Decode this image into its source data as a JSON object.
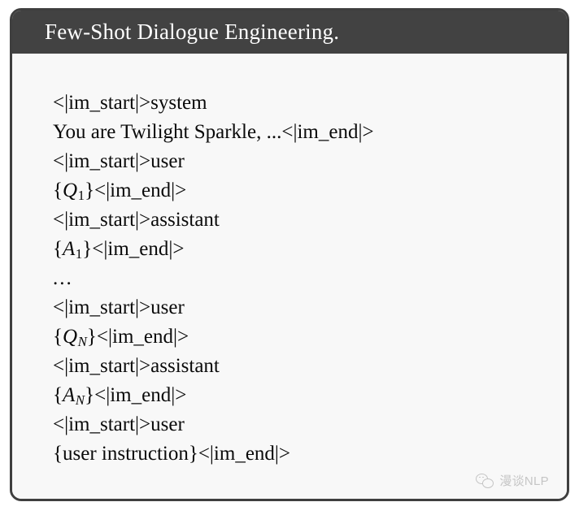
{
  "card": {
    "header": {
      "title": "Few-Shot Dialogue Engineering."
    },
    "colors": {
      "header_background": "#424242",
      "body_background": "#f8f8f8",
      "border": "#3f3f3f",
      "title_text": "#ffffff",
      "body_text": "#0a0a0a",
      "watermark_text": "#8f8f8f"
    },
    "prompt_lines": [
      {
        "id": "line-system-start",
        "text": "<|im_start|>system"
      },
      {
        "id": "line-system-content",
        "text": "You are Twilight Sparkle, ...<|im_end|>"
      },
      {
        "id": "line-user-start-1",
        "text": "<|im_start|>user"
      },
      {
        "id": "line-question-1",
        "prefix": "{",
        "var": "Q",
        "sub": "1",
        "sub_italic": false,
        "suffix": "}<|im_end|>"
      },
      {
        "id": "line-assistant-start-1",
        "text": "<|im_start|>assistant"
      },
      {
        "id": "line-answer-1",
        "prefix": "{",
        "var": "A",
        "sub": "1",
        "sub_italic": false,
        "suffix": "}<|im_end|>"
      },
      {
        "id": "line-ellipsis",
        "text": "..."
      },
      {
        "id": "line-user-start-n",
        "text": "<|im_start|>user"
      },
      {
        "id": "line-question-n",
        "prefix": "{",
        "var": "Q",
        "sub": "N",
        "sub_italic": true,
        "suffix": "}<|im_end|>"
      },
      {
        "id": "line-assistant-start-n",
        "text": "<|im_start|>assistant"
      },
      {
        "id": "line-answer-n",
        "prefix": "{",
        "var": "A",
        "sub": "N",
        "sub_italic": true,
        "suffix": "}<|im_end|>"
      },
      {
        "id": "line-user-start-final",
        "text": "<|im_start|>user"
      },
      {
        "id": "line-user-instruction",
        "text": "{user instruction}<|im_end|>"
      }
    ]
  },
  "watermark": {
    "icon": "wechat-bubbles-icon",
    "text": "漫谈NLP"
  }
}
